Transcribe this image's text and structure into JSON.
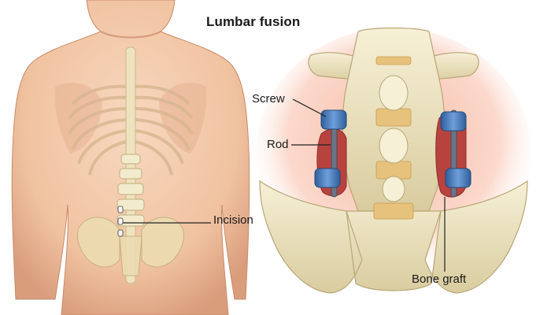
{
  "title": "Lumbar fusion",
  "labels": {
    "screw": "Screw",
    "rod": "Rod",
    "incision": "Incision",
    "bone_graft": "Bone graft"
  },
  "colors": {
    "skin": "#f3c7a6",
    "skin_shadow": "#d99d7c",
    "bone": "#efe7c5",
    "bone_shadow": "#c9b98a",
    "screw_blue": "#4a7fbf",
    "bone_graft": "#b8433e",
    "disc": "#e7c27d",
    "leader_line": "#222222"
  }
}
